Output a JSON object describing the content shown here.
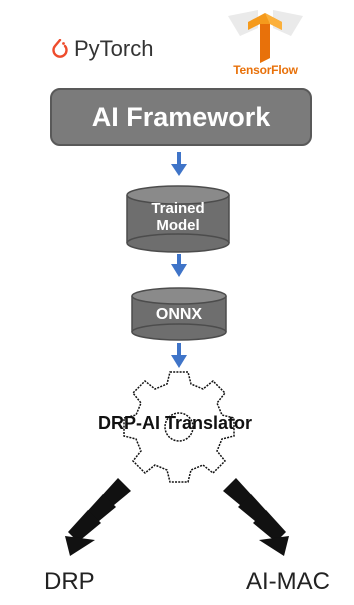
{
  "logos": {
    "pytorch": "PyTorch",
    "tensorflow": "TensorFlow"
  },
  "framework": {
    "label": "AI Framework"
  },
  "trained_model": {
    "line1": "Trained",
    "line2": "Model"
  },
  "onnx": {
    "label": "ONNX"
  },
  "translator": {
    "label": "DRP-AI Translator"
  },
  "outputs": {
    "left": "DRP",
    "right": "AI-MAC"
  },
  "colors": {
    "arrow": "#3f74c8",
    "box_fill": "#7b7b7b",
    "box_border": "#595959",
    "tf_orange": "#f59a1c"
  }
}
